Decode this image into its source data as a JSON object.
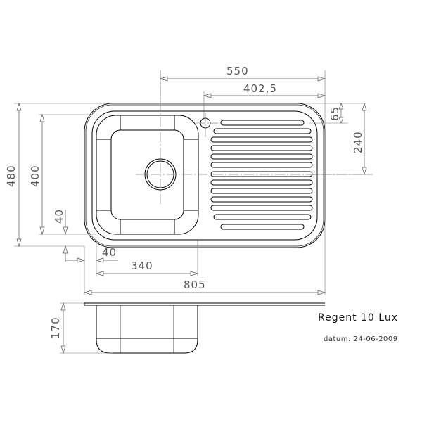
{
  "drawing": {
    "product_name": "Regent 10 Lux",
    "date_label": "datum:",
    "date_value": "24-06-2009",
    "date_line": "datum: 24-06-2009"
  },
  "dimensions": {
    "overall_width": "805",
    "overall_depth": "480",
    "bowl_depth": "400",
    "bowl_center_offset": "340",
    "drainer_to_edge": "550",
    "drainer_width": "402,5",
    "tap_hole_offset": "65",
    "drain_center_height": "240",
    "rim_offset_front": "40",
    "rim_offset_side": "40",
    "bowl_depth_vertical": "170"
  },
  "views": {
    "top_view": "plan",
    "side_view": "section"
  },
  "drainer": {
    "slot_count": 13
  },
  "colors": {
    "line": "#000000",
    "dimension": "#555555",
    "background": "#ffffff"
  }
}
